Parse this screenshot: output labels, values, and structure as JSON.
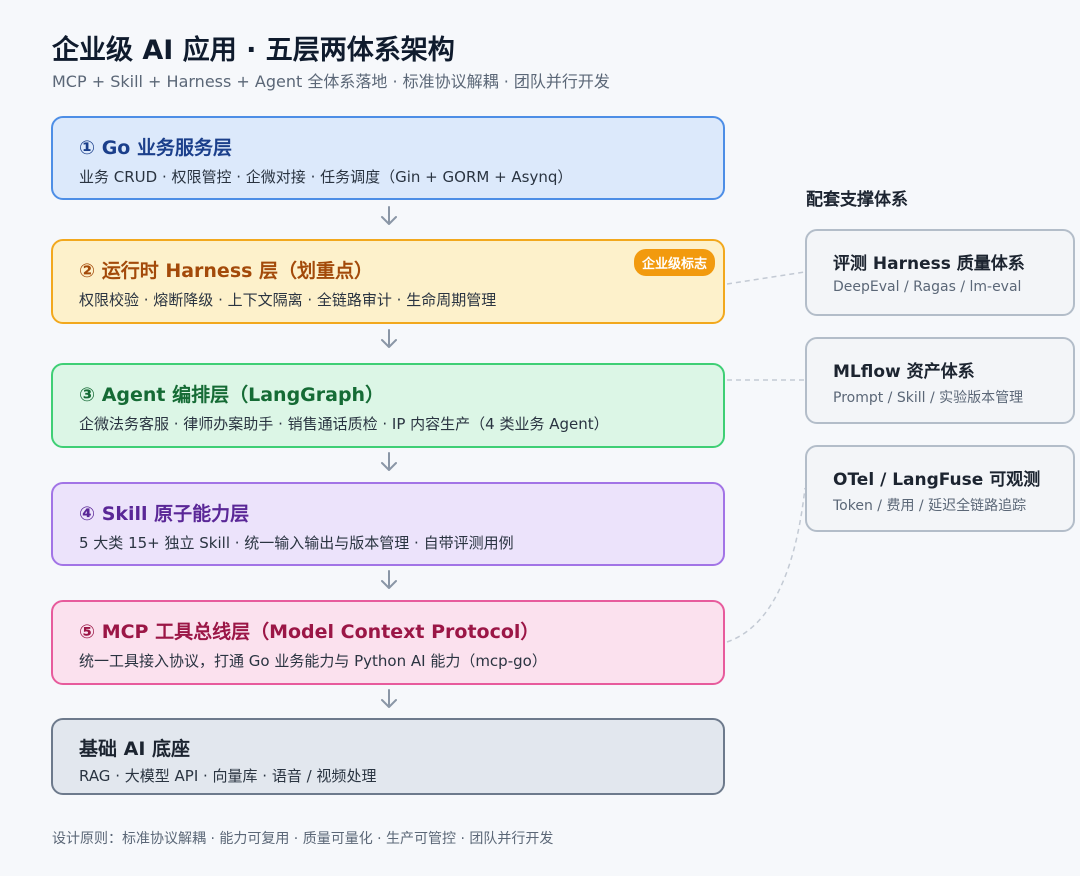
{
  "header": {
    "title": "企业级 AI 应用 · 五层两体系架构",
    "subtitle": "MCP + Skill + Harness + Agent 全体系落地 · 标准协议解耦 · 团队并行开发"
  },
  "layers": [
    {
      "title": "① Go 业务服务层",
      "desc": "业务 CRUD · 权限管控 · 企微对接 · 任务调度（Gin + GORM + Asynq）"
    },
    {
      "title": "② 运行时 Harness 层（划重点）",
      "desc": "权限校验 · 熔断降级 · 上下文隔离 · 全链路审计 · 生命周期管理",
      "badge": "企业级标志"
    },
    {
      "title": "③ Agent 编排层（LangGraph）",
      "desc": "企微法务客服 · 律师办案助手 · 销售通话质检 · IP 内容生产（4 类业务 Agent）"
    },
    {
      "title": "④ Skill 原子能力层",
      "desc": "5 大类 15+ 独立 Skill · 统一输入输出与版本管理 · 自带评测用例"
    },
    {
      "title": "⑤ MCP 工具总线层（Model Context Protocol）",
      "desc": "统一工具接入协议，打通 Go 业务能力与 Python AI 能力（mcp-go）"
    },
    {
      "title": "基础 AI 底座",
      "desc": "RAG · 大模型 API · 向量库 · 语音 / 视频处理"
    }
  ],
  "support": {
    "heading": "配套支撑体系",
    "items": [
      {
        "title": "评测 Harness 质量体系",
        "desc": "DeepEval / Ragas / lm-eval"
      },
      {
        "title": "MLflow 资产体系",
        "desc": "Prompt / Skill / 实验版本管理"
      },
      {
        "title": "OTel / LangFuse 可观测",
        "desc": "Token / 费用 / 延迟全链路追踪"
      }
    ]
  },
  "footer": "设计原则：标准协议解耦 · 能力可复用 · 质量可量化 · 生产可管控 · 团队并行开发",
  "colors": {
    "layer1": "#4d8ee6",
    "layer2": "#f2a81d",
    "layer3": "#3fcf75",
    "layer4": "#a274e6",
    "layer5": "#e75b9c",
    "base": "#6d7a8c",
    "arrow": "#8a96a6",
    "connector": "#c3cad4"
  }
}
